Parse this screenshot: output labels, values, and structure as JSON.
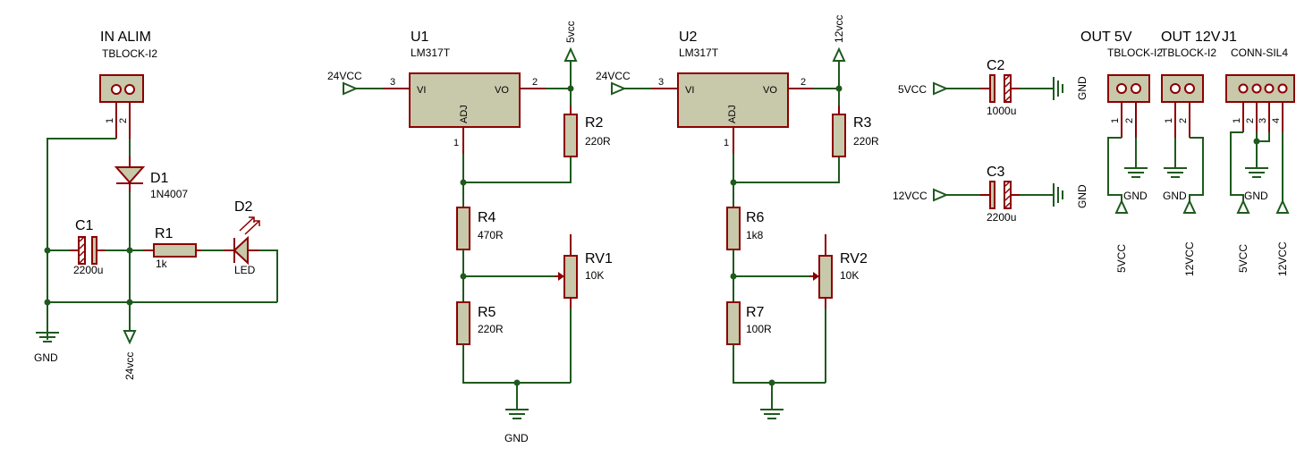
{
  "colors": {
    "wire": "#1e5a1e",
    "component": "#8b0000",
    "body": "#c8c8aa",
    "background": "#ffffff"
  },
  "components": {
    "in_alim": {
      "ref": "IN ALIM",
      "value": "TBLOCK-I2",
      "pins": [
        "1",
        "2"
      ]
    },
    "d1": {
      "ref": "D1",
      "value": "1N4007"
    },
    "d2": {
      "ref": "D2",
      "value": "LED"
    },
    "c1": {
      "ref": "C1",
      "value": "2200u"
    },
    "r1": {
      "ref": "R1",
      "value": "1k"
    },
    "u1": {
      "ref": "U1",
      "value": "LM317T",
      "vi": "VI",
      "vo": "VO",
      "adj": "ADJ",
      "pin_in": "3",
      "pin_out": "2",
      "pin_adj": "1"
    },
    "u2": {
      "ref": "U2",
      "value": "LM317T",
      "vi": "VI",
      "vo": "VO",
      "adj": "ADJ",
      "pin_in": "3",
      "pin_out": "2",
      "pin_adj": "1"
    },
    "r2": {
      "ref": "R2",
      "value": "220R"
    },
    "r3": {
      "ref": "R3",
      "value": "220R"
    },
    "r4": {
      "ref": "R4",
      "value": "470R"
    },
    "r5": {
      "ref": "R5",
      "value": "220R"
    },
    "r6": {
      "ref": "R6",
      "value": "1k8"
    },
    "r7": {
      "ref": "R7",
      "value": "100R"
    },
    "rv1": {
      "ref": "RV1",
      "value": "10K"
    },
    "rv2": {
      "ref": "RV2",
      "value": "10K"
    },
    "c2": {
      "ref": "C2",
      "value": "1000u"
    },
    "c3": {
      "ref": "C3",
      "value": "2200u"
    },
    "out5v": {
      "ref": "OUT 5V",
      "value": "TBLOCK-I2",
      "pins": [
        "1",
        "2"
      ]
    },
    "out12v": {
      "ref": "OUT 12V",
      "value": "TBLOCK-I2",
      "pins": [
        "1",
        "2"
      ]
    },
    "j1": {
      "ref": "J1",
      "value": "CONN-SIL4",
      "pins": [
        "1",
        "2",
        "3",
        "4"
      ]
    }
  },
  "nets": {
    "gnd": "GND",
    "v24_in": "24VCC",
    "v24_out": "24vcc",
    "v5_out": "5vcc",
    "v12_out": "12vcc",
    "v5": "5VCC",
    "v12": "12VCC"
  }
}
